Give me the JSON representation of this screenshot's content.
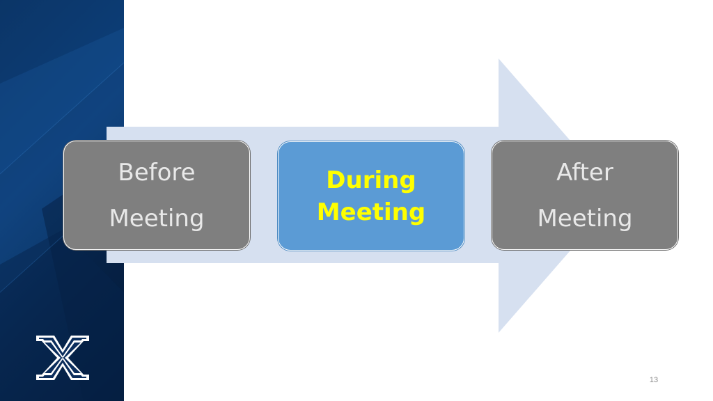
{
  "slide": {
    "page_number": "13"
  },
  "process": {
    "steps": [
      {
        "line1": "Before",
        "line2": "Meeting",
        "state": "inactive"
      },
      {
        "line1": "During",
        "line2": "Meeting",
        "state": "active"
      },
      {
        "line1": "After",
        "line2": "Meeting",
        "state": "inactive"
      }
    ]
  },
  "colors": {
    "arrow": "#d6e0f0",
    "inactive_box": "#7f7f7f",
    "active_box": "#5b9bd5",
    "active_text": "#ffff00",
    "sidebar": "#0c3a72"
  },
  "logo": {
    "icon": "xavier-x-logo"
  }
}
